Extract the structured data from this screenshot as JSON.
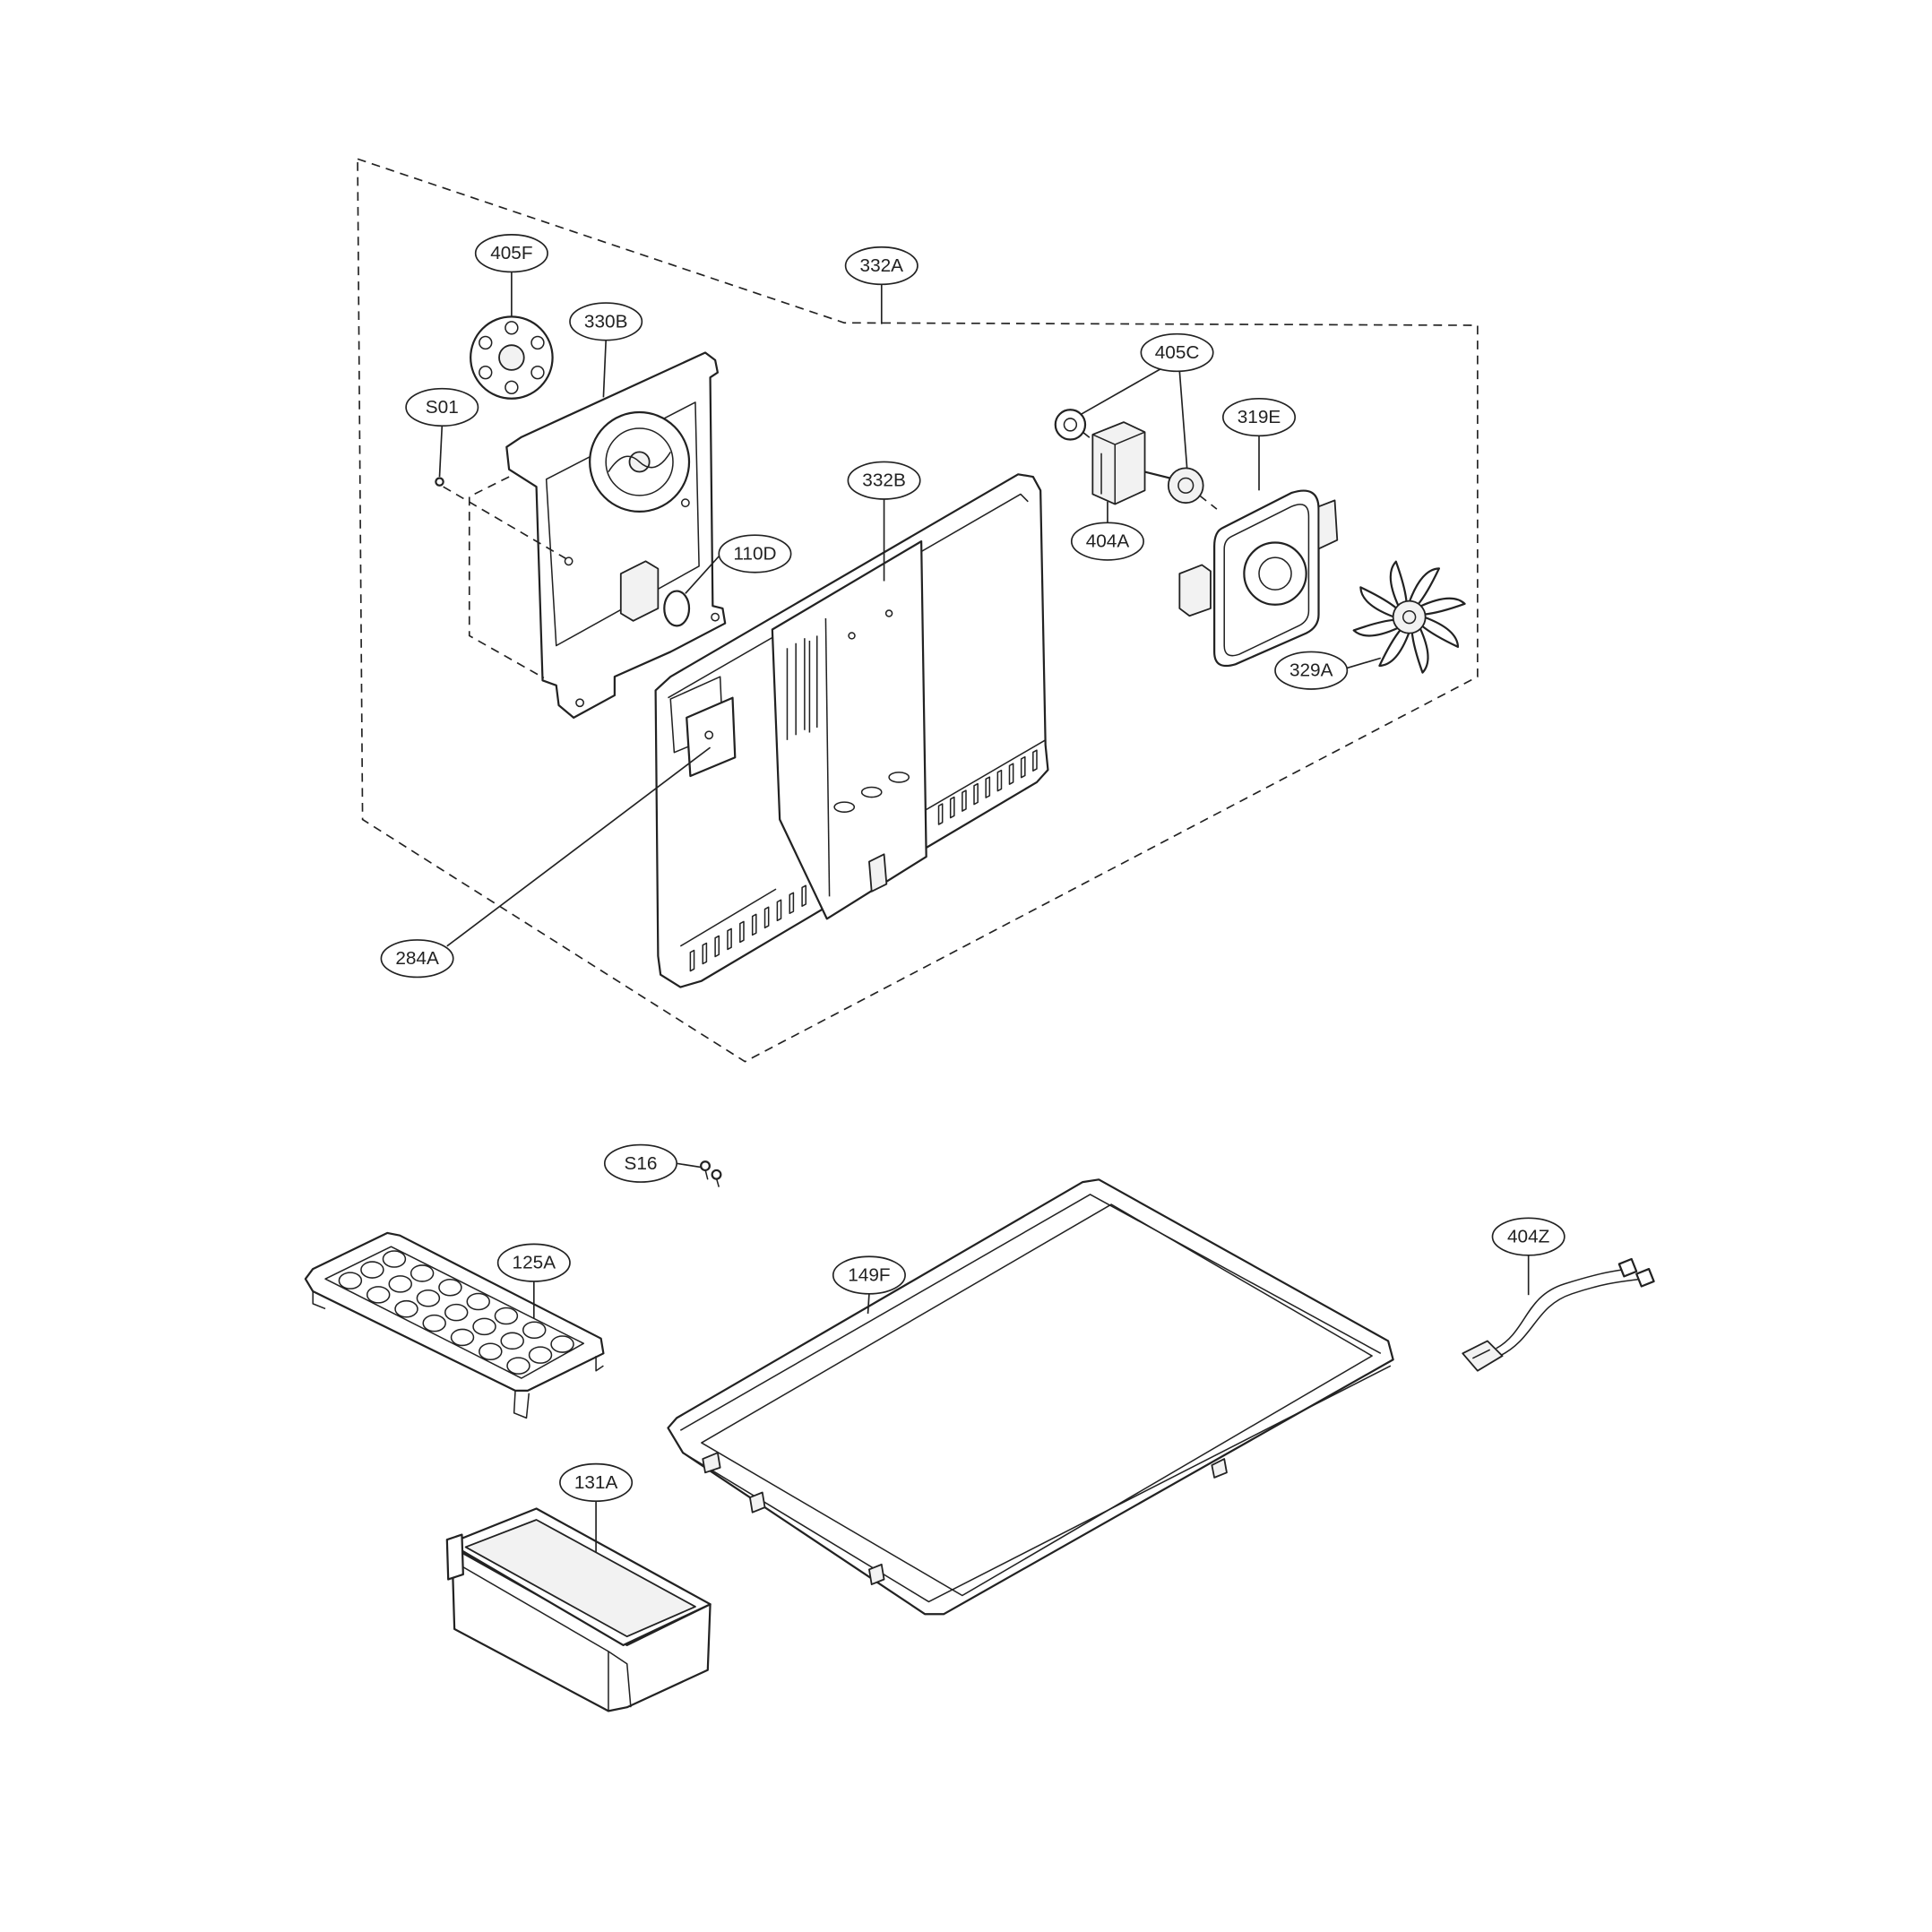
{
  "diagram": {
    "callouts": [
      "405F",
      "332A",
      "330B",
      "405C",
      "S01",
      "319E",
      "332B",
      "110D",
      "404A",
      "329A",
      "284A",
      "S16",
      "404Z",
      "125A",
      "149F",
      "131A"
    ]
  },
  "colors": {
    "line": "#222222",
    "background": "#ffffff"
  }
}
